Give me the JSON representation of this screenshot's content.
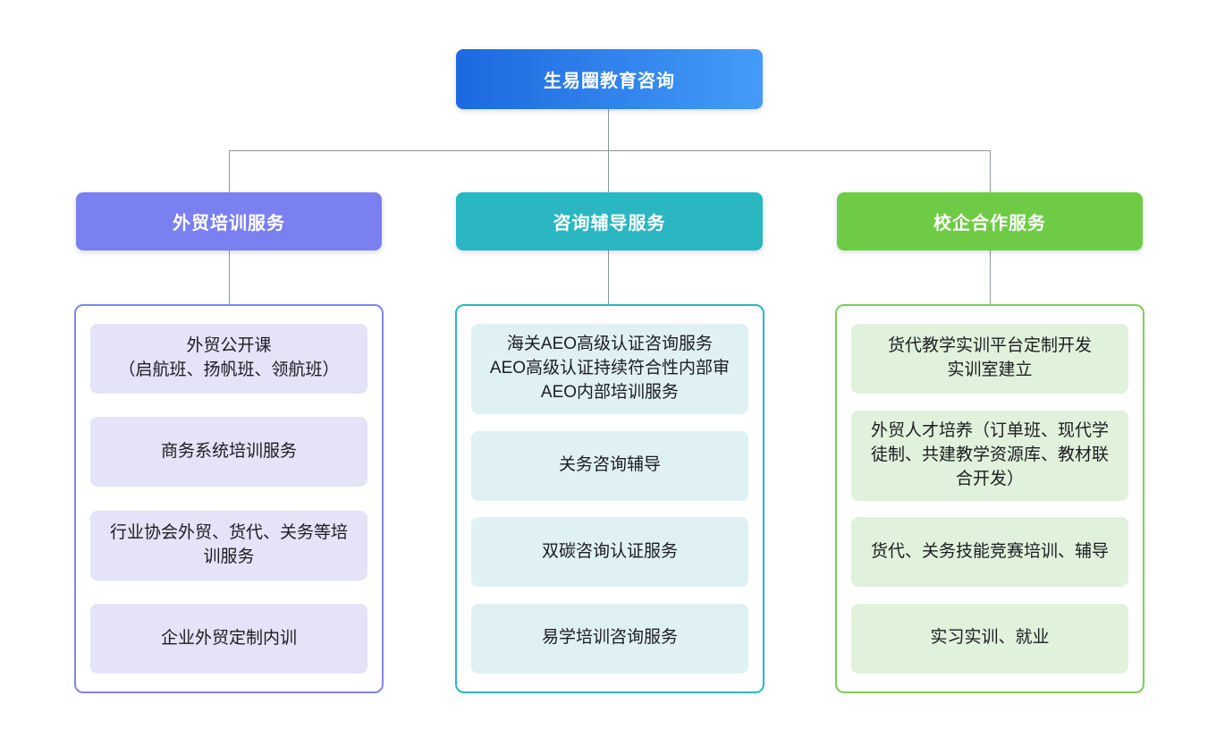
{
  "title": "生易圈教育咨询",
  "colors": {
    "root_gradient_start": "#1c69e0",
    "root_gradient_end": "#459bf8",
    "branch_purple": "#7b80f0",
    "branch_purple_border": "#8086ee",
    "branch_purple_item_bg": "#e4e3f7",
    "branch_teal": "#2ab7c1",
    "branch_teal_item_bg": "#dff1f3",
    "branch_green": "#6fcb45",
    "branch_green_border": "#7bce58",
    "branch_green_item_bg": "#e0f2db",
    "connector_gray": "#8d94a0",
    "item_text": "#1c1c22"
  },
  "root": {
    "label": "生易圈教育咨询"
  },
  "branches": [
    {
      "label": "外贸培训服务",
      "items": [
        "外贸公开课\n（启航班、扬帆班、领航班）",
        "商务系统培训服务",
        "行业协会外贸、货代、关务等培训服务",
        "企业外贸定制内训"
      ]
    },
    {
      "label": "咨询辅导服务",
      "items": [
        "海关AEO高级认证咨询服务\nAEO高级认证持续符合性内部审\nAEO内部培训服务",
        "关务咨询辅导",
        "双碳咨询认证服务",
        "易学培训咨询服务"
      ]
    },
    {
      "label": "校企合作服务",
      "items": [
        "货代教学实训平台定制开发\n实训室建立",
        "外贸人才培养（订单班、现代学徒制、共建教学资源库、教材联合开发）",
        "货代、关务技能竞赛培训、辅导",
        "实习实训、就业"
      ]
    }
  ]
}
